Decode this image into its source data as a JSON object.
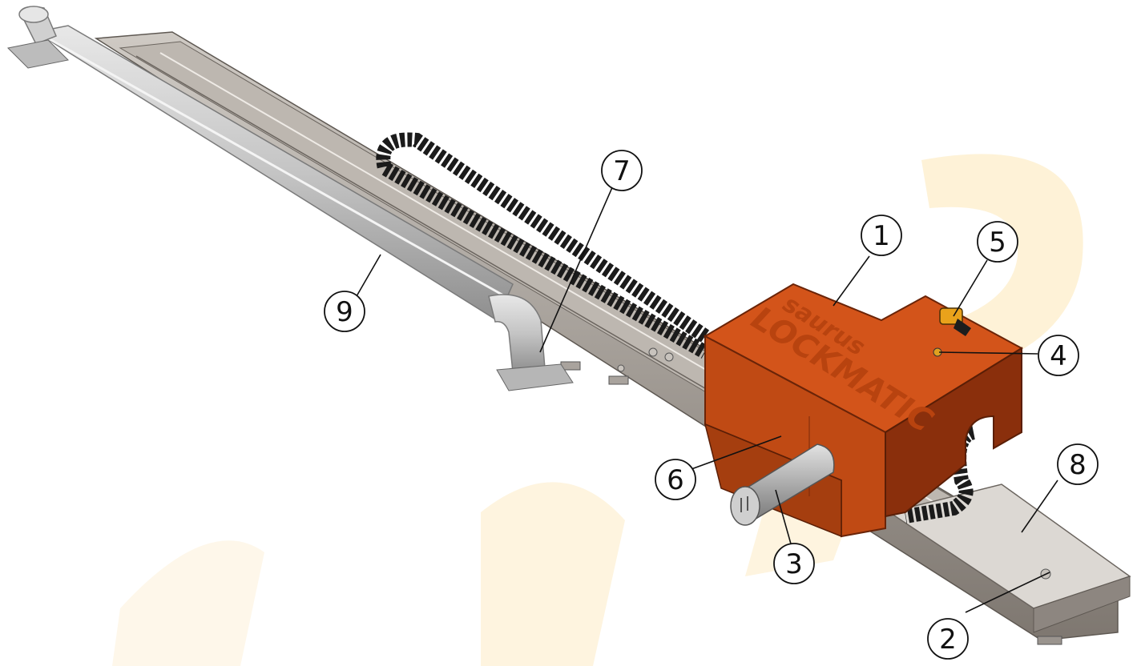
{
  "logo": {
    "brand": "saurus",
    "product": "LOCKMATIC"
  },
  "callouts": [
    {
      "id": "1",
      "label": "1"
    },
    {
      "id": "2",
      "label": "2"
    },
    {
      "id": "3",
      "label": "3"
    },
    {
      "id": "4",
      "label": "4"
    },
    {
      "id": "5",
      "label": "5"
    },
    {
      "id": "6",
      "label": "6"
    },
    {
      "id": "7",
      "label": "7"
    },
    {
      "id": "8",
      "label": "8"
    },
    {
      "id": "9",
      "label": "9"
    }
  ],
  "colors": {
    "housing": "#d3541a",
    "housing_dark": "#8a2f0c",
    "rail": "#a7a19b",
    "pipe": "#c9c9c9",
    "chain": "#1b1b1b",
    "watermark": "#fde7b6"
  }
}
